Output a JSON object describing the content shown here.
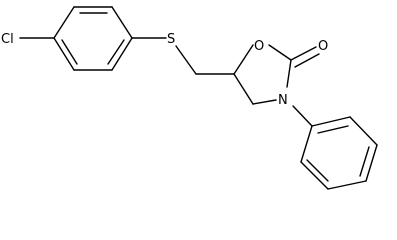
{
  "molecule": {
    "atoms": {
      "cl": "Cl",
      "s": "S",
      "o_ring": "O",
      "o_carbonyl": "O",
      "n": "N"
    },
    "colors": {
      "bond": "#000000",
      "background": "#ffffff"
    }
  }
}
